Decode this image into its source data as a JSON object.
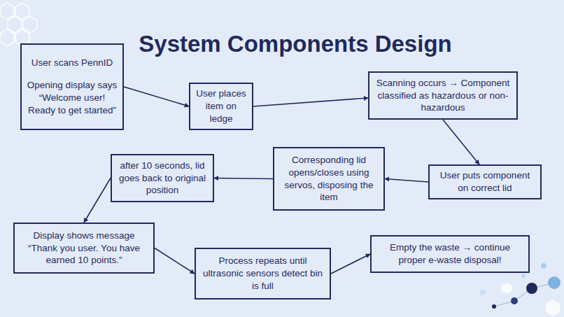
{
  "diagram": {
    "title": "System Components Design",
    "nodes": [
      {
        "text": [
          "User scans PennID",
          "Opening display says “Welcome user! Ready to get started”"
        ]
      },
      {
        "text": [
          "User places item on ledge"
        ]
      },
      {
        "text": [
          "Scanning occurs → Component classified as hazardous or non-hazardous"
        ]
      },
      {
        "text": [
          "User puts component on correct lid"
        ]
      },
      {
        "text": [
          "Corresponding lid opens/closes using servos, disposing the item"
        ]
      },
      {
        "text": [
          "after 10 seconds, lid goes back to original position"
        ]
      },
      {
        "text": [
          "Display shows message “Thank you user. You have earned 10 points.”"
        ]
      },
      {
        "text": [
          "Process repeats until ultrasonic sensors detect bin is full"
        ]
      },
      {
        "text": [
          "Empty the waste → continue proper e-waste disposal!"
        ]
      }
    ],
    "edges": [
      {
        "from": 0,
        "to": 1,
        "arrow": "to"
      },
      {
        "from": 1,
        "to": 2,
        "arrow": "to"
      },
      {
        "from": 2,
        "to": 3,
        "arrow": "to"
      },
      {
        "from": 3,
        "to": 4,
        "arrow": "to"
      },
      {
        "from": 4,
        "to": 5,
        "arrow": "to"
      },
      {
        "from": 5,
        "to": 6,
        "arrow": "to"
      },
      {
        "from": 6,
        "to": 7,
        "arrow": "to"
      },
      {
        "from": 7,
        "to": 8,
        "arrow": "to"
      }
    ]
  }
}
